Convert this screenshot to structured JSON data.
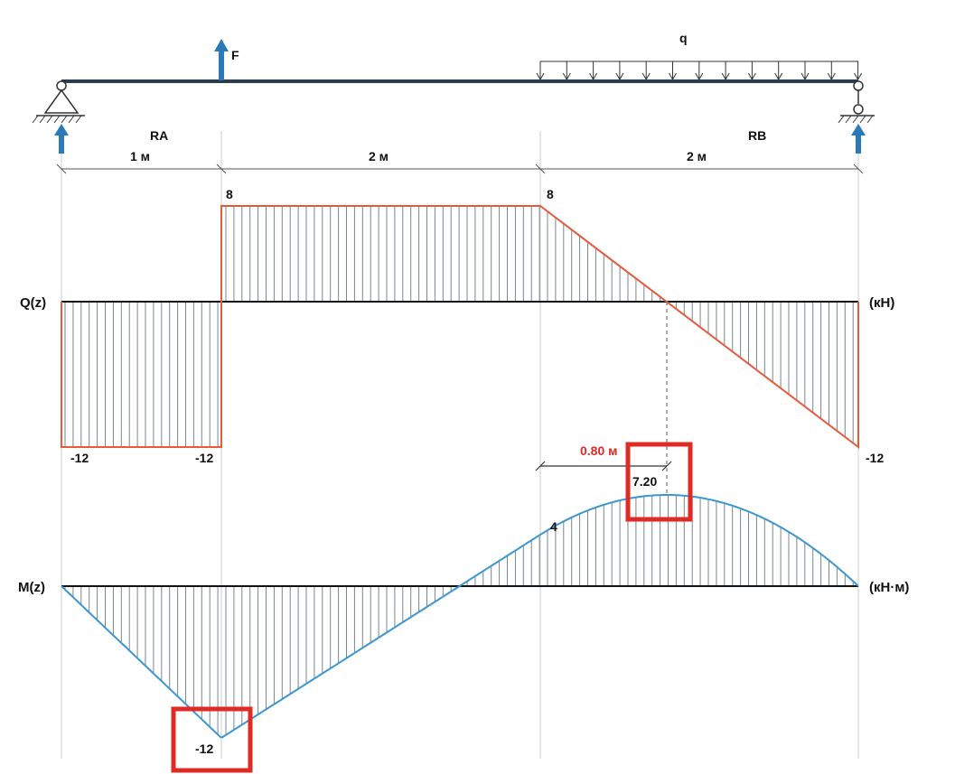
{
  "beam": {
    "load_point_label": "F",
    "dist_load_label": "q",
    "support_a_label": "RA",
    "support_b_label": "RB",
    "spans": [
      "1 м",
      "2 м",
      "2 м"
    ]
  },
  "shear": {
    "axis_label": "Q(z)",
    "unit_label": "(кН)",
    "values": {
      "left_a": "-12",
      "left_b": "-12",
      "top_a": "8",
      "top_b": "8",
      "right": "-12"
    }
  },
  "moment": {
    "axis_label": "M(z)",
    "unit_label": "(кН·м)",
    "values": {
      "min": "-12",
      "mid": "4",
      "max": "7.20"
    },
    "max_offset_label": "0.80 м"
  },
  "colors": {
    "beam": "#2b3c4f",
    "reaction": "#2a7ab8",
    "shear_line": "#e85a3c",
    "moment_line": "#3b96d2",
    "hatch": "#7a8590",
    "highlight": "#e02a24"
  }
}
